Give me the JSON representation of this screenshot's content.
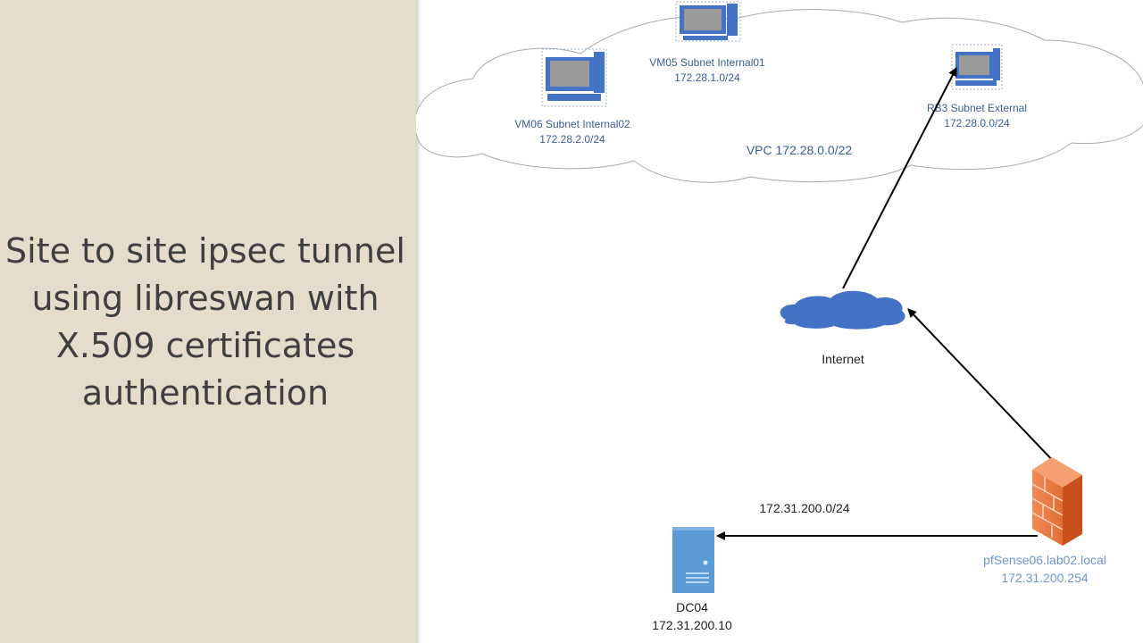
{
  "title_lines": [
    "Site to site ipsec tunnel",
    "using libreswan with",
    "X.509 certificates",
    "authentication"
  ],
  "diagram": {
    "vpc_label": "VPC 172.28.0.0/22",
    "nodes": {
      "vm05": {
        "name": "VM05 Subnet Internal01",
        "subnet": "172.28.1.0/24"
      },
      "vm06": {
        "name": "VM06 Subnet Internal02",
        "subnet": "172.28.2.0/24"
      },
      "rb3": {
        "name": "RB3 Subnet External",
        "subnet": "172.28.0.0/24"
      },
      "internet": {
        "name": "Internet"
      },
      "pfsense": {
        "name": "pfSense06.lab02.local",
        "ip": "172.31.200.254"
      },
      "dc04": {
        "name": "DC04",
        "ip": "172.31.200.10"
      }
    },
    "link_label": "172.31.200.0/24"
  },
  "colors": {
    "panel_bg": "#e4ddcb",
    "title_text": "#3f3f3f",
    "cloud_blue": "#4472c4",
    "server_blue": "#5b9bd5",
    "firewall_orange": "#e8703a",
    "label_blue": "#3a5e98"
  }
}
